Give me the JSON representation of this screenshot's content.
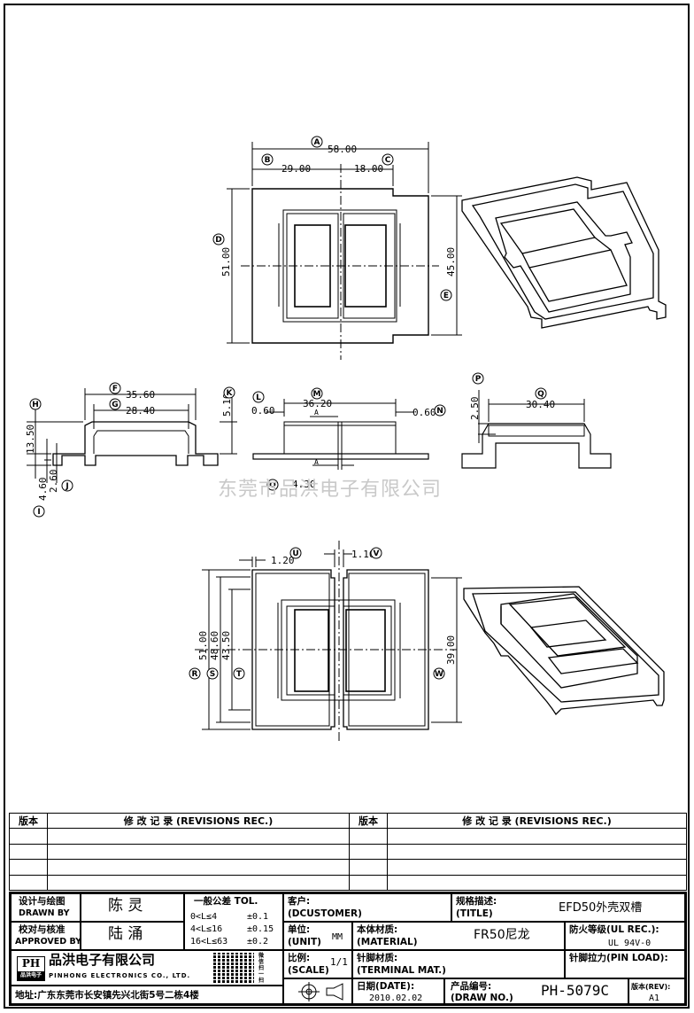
{
  "drawing": {
    "dims": {
      "top_A": "58.00",
      "top_B": "29.00",
      "top_C": "18.00",
      "top_D": "51.00",
      "top_E": "45.00",
      "F": "35.60",
      "G": "28.40",
      "H": "13.50",
      "I": "4.60",
      "J": "2.60",
      "K": "5.10",
      "L": "0.60",
      "M": "36.20",
      "N": "0.60",
      "O": "4.30",
      "P": "2.50",
      "Q": "30.40",
      "U": "1.20",
      "V": "1.10",
      "R": "51.00",
      "S": "48.60",
      "T": "43.50",
      "W": "39.00"
    },
    "letters": [
      "A",
      "B",
      "C",
      "D",
      "E",
      "F",
      "G",
      "H",
      "I",
      "J",
      "K",
      "L",
      "M",
      "N",
      "O",
      "P",
      "Q",
      "R",
      "S",
      "T",
      "U",
      "V",
      "W"
    ],
    "section_mark": "A",
    "watermark": "东莞市品洪电子有限公司"
  },
  "revisions": {
    "col_version": "版本",
    "col_record": "修 改 记 录 (REVISIONS REC.)"
  },
  "title_block": {
    "drawn_by_label": "设计与绘图",
    "drawn_by_label_en": "DRAWN BY",
    "drawn_by": "陈 灵",
    "approved_label": "校对与核准",
    "approved_label_en": "APPROVED BY",
    "approved_by": "陆 涌",
    "tol_title": "一般公差 TOL.",
    "tol_rows": [
      {
        "range": "0<L≤4",
        "tol": "±0.1"
      },
      {
        "range": "4<L≤16",
        "tol": "±0.15"
      },
      {
        "range": "16<L≤63",
        "tol": "±0.2"
      }
    ],
    "customer_label": "客户:",
    "customer_label_en": "(DCUSTOMER)",
    "unit_label": "单位:",
    "unit_label_en": "(UNIT)",
    "unit": "MM",
    "scale_label": "比例:",
    "scale_label_en": "(SCALE)",
    "scale": "1/1",
    "title_label": "规格描述:",
    "title_label_en": "(TITLE)",
    "title": "EFD50外壳双槽",
    "material_label": "本体材质:",
    "material_label_en": "(MATERIAL)",
    "material": "FR50尼龙",
    "fire_label": "防火等级(UL REC.):",
    "fire": "UL 94V-0",
    "terminal_label": "针脚材质:",
    "terminal_label_en": "(TERMINAL MAT.)",
    "pin_load_label": "针脚拉力(PIN LOAD):",
    "date_label": "日期(DATE):",
    "date": "2010.02.02",
    "drawno_label": "产品编号:",
    "drawno_label_en": "(DRAW NO.)",
    "drawno": "PH-5079C",
    "ver_label": "版本(REV):",
    "ver": "A1",
    "company_logo": "PH",
    "company_logo_sub": "品洪电子",
    "company": "品洪电子有限公司",
    "company_en": "PINHONG ELECTRONICS CO., LTD.",
    "address": "地址:广东东莞市长安镇先兴北街5号二栋4楼",
    "qr_caption": "微信扫一扫"
  }
}
